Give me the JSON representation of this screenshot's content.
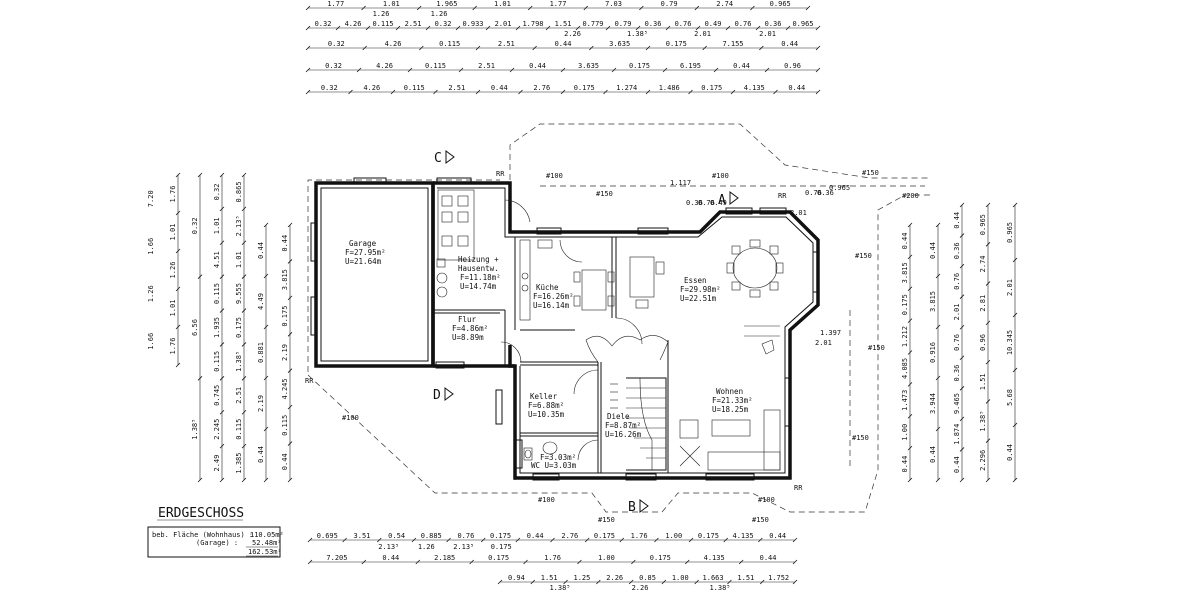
{
  "title": "ERDGESCHOSS",
  "areas": {
    "line1_label": "beb. Fläche (Wohnhaus) :",
    "line1_value": "110.05m²",
    "line2_label": "(Garage) :",
    "line2_value": "52.48m²",
    "total_value": "162.53m²"
  },
  "rooms": [
    {
      "name": "Garage",
      "f": "F=27.95m²",
      "u": "U=21.64m"
    },
    {
      "name": "Heizung +",
      "name2": "Hausentw.",
      "f": "F=11.18m²",
      "u": "U=14.74m"
    },
    {
      "name": "Flur",
      "f": "F=4.86m²",
      "u": "U=8.89m"
    },
    {
      "name": "Küche",
      "f": "F=16.26m²",
      "u": "U=16.14m"
    },
    {
      "name": "Essen",
      "f": "F=29.98m²",
      "u": "U=22.51m"
    },
    {
      "name": "Keller",
      "f": "F=6.88m²",
      "u": "U=10.35m"
    },
    {
      "name": "Diele",
      "f": "F=8.87m²",
      "u": "U=16.26m"
    },
    {
      "name": "Wohnen",
      "f": "F=21.33m²",
      "u": "U=18.25m"
    },
    {
      "name": "",
      "f": "F=3.03m²",
      "u": "WC U=3.03m"
    }
  ],
  "section_marks": [
    "A",
    "B",
    "C",
    "D"
  ],
  "eave_labels": [
    "RR",
    "RR",
    "RR",
    "RR"
  ],
  "roof_labels": [
    "#100",
    "#150",
    "#100",
    "#150",
    "#200",
    "#150",
    "#150",
    "#150",
    "#100",
    "#100",
    "#150",
    "#150",
    "#100"
  ],
  "dim_top": {
    "row0": [
      "1.77",
      "1.01",
      "1.965",
      "1.01",
      "1.77",
      "7.03",
      "0.79",
      "2.74",
      "0.965"
    ],
    "row0b": [
      "1.26",
      "1.26"
    ],
    "row1": [
      "0.32",
      "4.26",
      "0.115",
      "2.51",
      "0.32",
      "0.933",
      "2.01",
      "1.798",
      "1.51",
      "0.779",
      "0.79",
      "0.36",
      "0.76",
      "0.49",
      "0.76",
      "0.36",
      "0.965"
    ],
    "row1b": [
      "2.26",
      "1.38⁵",
      "2.01",
      "2.01"
    ],
    "row2": [
      "0.32",
      "4.26",
      "0.115",
      "2.51",
      "0.44",
      "3.635",
      "0.175",
      "7.155",
      "0.44"
    ],
    "row3": [
      "0.32",
      "4.26",
      "0.115",
      "2.51",
      "0.44",
      "3.635",
      "0.175",
      "6.195",
      "0.44",
      "0.96"
    ],
    "row4": [
      "0.32",
      "4.26",
      "0.115",
      "2.51",
      "0.44",
      "2.76",
      "0.175",
      "1.274",
      "1.486",
      "0.175",
      "4.135",
      "0.44"
    ]
  },
  "dim_bottom": {
    "row1": [
      "0.695",
      "3.51",
      "0.54",
      "0.885",
      "0.76",
      "0.175",
      "0.44",
      "2.76",
      "0.175",
      "1.76",
      "1.00",
      "0.175",
      "4.135",
      "0.44"
    ],
    "row1b": [
      "2.13⁵",
      "1.26",
      "2.13⁵",
      "0.175"
    ],
    "row2": [
      "7.205",
      "0.44",
      "2.185",
      "0.175",
      "1.76",
      "1.00",
      "0.175",
      "4.135",
      "0.44"
    ],
    "row3": [
      "0.94",
      "1.51",
      "1.25",
      "2.26",
      "0.85",
      "1.00",
      "1.663",
      "1.51",
      "1.752"
    ],
    "row3b": [
      "1.38⁵",
      "2.26",
      "1.38⁵"
    ]
  },
  "dim_left": {
    "col1": [
      "1.76",
      "1.01",
      "1.26",
      "1.01",
      "1.76"
    ],
    "col2": [
      "7.20",
      "1.66",
      "1.26",
      "1.66"
    ],
    "col3": [
      "0.32",
      "6.56",
      "1.38⁵"
    ],
    "col4": [
      "0.32",
      "1.01",
      "4.51",
      "0.115",
      "1.935",
      "0.115",
      "0.745",
      "2.245",
      "2.49"
    ],
    "col5": [
      "0.865",
      "2.13⁵",
      "1.01",
      "9.555",
      "0.175",
      "1.38⁵",
      "2.51",
      "0.115",
      "1.385"
    ],
    "col6": [
      "0.44",
      "4.49",
      "0.881",
      "2.19",
      "0.44"
    ],
    "col7": [
      "0.44",
      "3.815",
      "0.175",
      "2.19",
      "4.245",
      "0.115",
      "0.44"
    ]
  },
  "dim_right": {
    "col1": [
      "0.44",
      "3.815",
      "0.175",
      "1.212",
      "4.085",
      "1.473",
      "1.00",
      "0.44"
    ],
    "col2": [
      "0.44",
      "3.815",
      "0.916",
      "3.944",
      "0.44"
    ],
    "col3": [
      "0.44",
      "0.36",
      "0.76",
      "2.01",
      "0.76",
      "0.36",
      "9.465",
      "1.874",
      "0.44"
    ],
    "col4": [
      "0.965",
      "2.74",
      "2.81",
      "0.96",
      "1.51",
      "1.38⁵",
      "2.296"
    ],
    "col5": [
      "0.965",
      "2.01",
      "10.345",
      "5.68",
      "0.44"
    ]
  },
  "bay_labels": [
    "1.117",
    "0.36",
    "0.76",
    "0.49",
    "0.76",
    "0.36",
    "0.965",
    "2.01",
    "1.397",
    "2.01"
  ]
}
